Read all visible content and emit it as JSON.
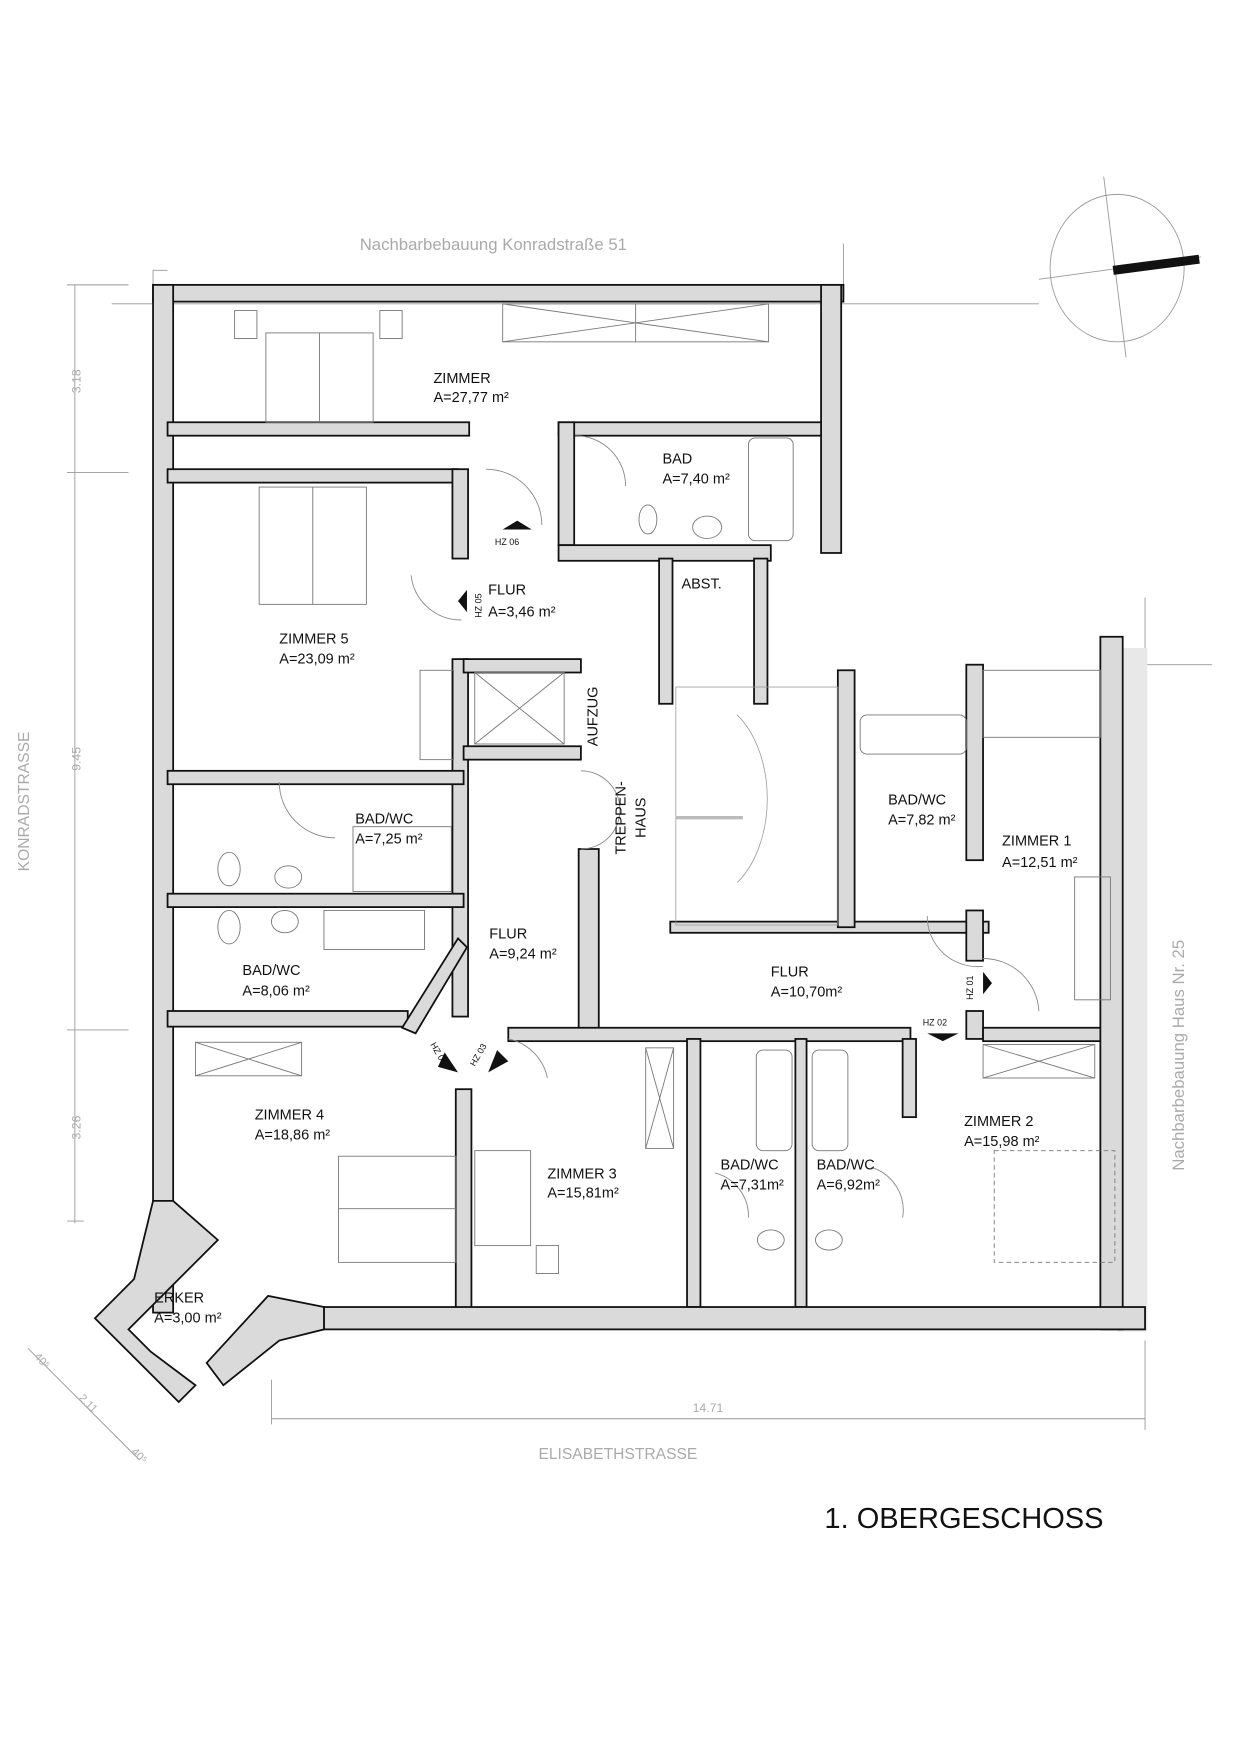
{
  "title": "1. OBERGESCHOSS",
  "neighbors": {
    "top": "Nachbarbebauung Konradstraße 51",
    "right": "Nachbarbebauung Haus Nr. 25"
  },
  "streets": {
    "left": "KONRADSTRASSE",
    "bottom": "ELISABETHSTRASSE"
  },
  "dimensions": {
    "d1": "3.18",
    "d2": "9.45",
    "d3": "3.26",
    "width": "14.71",
    "erker_a": "40⁵",
    "erker_b": "2.11",
    "erker_c": "40⁵"
  },
  "rooms": [
    {
      "name": "ZIMMER",
      "area": "A=27,77 m²"
    },
    {
      "name": "BAD",
      "area": "A=7,40 m²"
    },
    {
      "name": "FLUR",
      "area": "A=3,46 m²"
    },
    {
      "name": "ABST.",
      "area": ""
    },
    {
      "name": "ZIMMER 5",
      "area": "A=23,09 m²"
    },
    {
      "name": "AUFZUG",
      "area": ""
    },
    {
      "name": "TREPPEN-",
      "area": "HAUS"
    },
    {
      "name": "BAD/WC",
      "area": "A=7,82 m²"
    },
    {
      "name": "ZIMMER 1",
      "area": "A=12,51 m²"
    },
    {
      "name": "BAD/WC",
      "area": "A=7,25 m²"
    },
    {
      "name": "BAD/WC",
      "area": "A=8,06 m²"
    },
    {
      "name": "FLUR",
      "area": "A=9,24 m²"
    },
    {
      "name": "FLUR",
      "area": "A=10,70m²"
    },
    {
      "name": "ZIMMER 4",
      "area": "A=18,86 m²"
    },
    {
      "name": "ZIMMER 3",
      "area": "A=15,81m²"
    },
    {
      "name": "BAD/WC",
      "area": "A=7,31m²"
    },
    {
      "name": "BAD/WC",
      "area": "A=6,92m²"
    },
    {
      "name": "ZIMMER 2",
      "area": "A=15,98 m²"
    },
    {
      "name": "ERKER",
      "area": "A=3,00 m²"
    }
  ],
  "entrances": [
    "HZ 01",
    "HZ 02",
    "HZ 03",
    "HZ 04",
    "HZ 05",
    "HZ 06"
  ]
}
